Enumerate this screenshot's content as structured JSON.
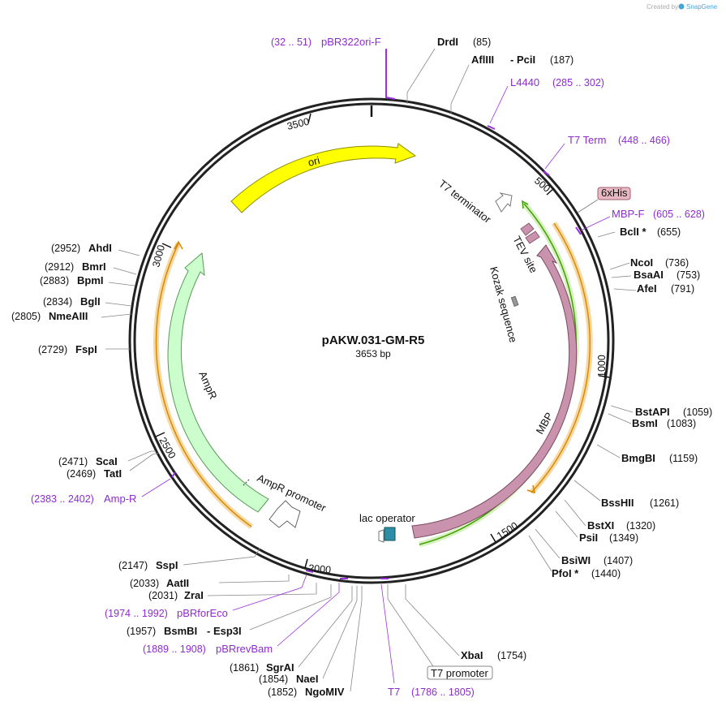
{
  "credit": {
    "created_by": "Created by",
    "brand": "SnapGene"
  },
  "plasmid": {
    "name": "pAKW.031-GM-R5",
    "length": "3653 bp"
  },
  "ticks": [
    "3500",
    "500",
    "1000",
    "1500",
    "2000",
    "2500",
    "3000"
  ],
  "features": {
    "ori": "ori",
    "t7_terminator": "T7 terminator",
    "his": "6xHis",
    "tev": "TEV site",
    "kozak": "Kozak sequence",
    "mbp": "MBP",
    "lac_operator": "lac operator",
    "t7_promoter": "T7 promoter",
    "ampr": "AmpR",
    "ampr_promoter": "AmpR promoter"
  },
  "sites": [
    {
      "name": "DrdI",
      "pos": "(85)"
    },
    {
      "name": "AflIII",
      "sep": "- PciI",
      "pos": "(187)"
    },
    {
      "name": "BclI *",
      "pos": "(655)"
    },
    {
      "name": "NcoI",
      "pos": "(736)"
    },
    {
      "name": "BsaAI",
      "pos": "(753)"
    },
    {
      "name": "AfeI",
      "pos": "(791)"
    },
    {
      "name": "BstAPI",
      "pos": "(1059)"
    },
    {
      "name": "BsmI",
      "pos": "(1083)"
    },
    {
      "name": "BmgBI",
      "pos": "(1159)"
    },
    {
      "name": "BssHII",
      "pos": "(1261)"
    },
    {
      "name": "BstXI",
      "pos": "(1320)"
    },
    {
      "name": "PsiI",
      "pos": "(1349)"
    },
    {
      "name": "BsiWI",
      "pos": "(1407)"
    },
    {
      "name": "PfoI *",
      "pos": "(1440)"
    },
    {
      "name": "XbaI",
      "pos": "(1754)"
    },
    {
      "name": "NgoMIV",
      "pos": "(1852)"
    },
    {
      "name": "NaeI",
      "pos": "(1854)"
    },
    {
      "name": "SgrAI",
      "pos": "(1861)"
    },
    {
      "name": "BsmBI",
      "sep": "- Esp3I",
      "pos": "(1957)"
    },
    {
      "name": "ZraI",
      "pos": "(2031)"
    },
    {
      "name": "AatII",
      "pos": "(2033)"
    },
    {
      "name": "SspI",
      "pos": "(2147)"
    },
    {
      "name": "TatI",
      "pos": "(2469)"
    },
    {
      "name": "ScaI",
      "pos": "(2471)"
    },
    {
      "name": "FspI",
      "pos": "(2729)"
    },
    {
      "name": "NmeAIII",
      "pos": "(2805)"
    },
    {
      "name": "BglI",
      "pos": "(2834)"
    },
    {
      "name": "BpmI",
      "pos": "(2883)"
    },
    {
      "name": "BmrI",
      "pos": "(2912)"
    },
    {
      "name": "AhdI",
      "pos": "(2952)"
    }
  ],
  "primers": [
    {
      "name": "pBR322ori-F",
      "range": "(32 .. 51)"
    },
    {
      "name": "L4440",
      "range": "(285 .. 302)"
    },
    {
      "name": "T7 Term",
      "range": "(448 .. 466)"
    },
    {
      "name": "MBP-F",
      "range": "(605 .. 628)"
    },
    {
      "name": "T7",
      "range": "(1786 .. 1805)"
    },
    {
      "name": "pBRrevBam",
      "range": "(1889 .. 1908)"
    },
    {
      "name": "pBRforEco",
      "range": "(1974 .. 1992)"
    },
    {
      "name": "Amp-R",
      "range": "(2383 .. 2402)"
    }
  ],
  "colors": {
    "ori": "#ffff00",
    "mbp": "#c993ae",
    "ampr": "#ccfdcc",
    "primer": "#9b30e0",
    "orf_orange": "#d88a00",
    "orf_green": "#3ea000",
    "lac": "#2f8ea7"
  }
}
